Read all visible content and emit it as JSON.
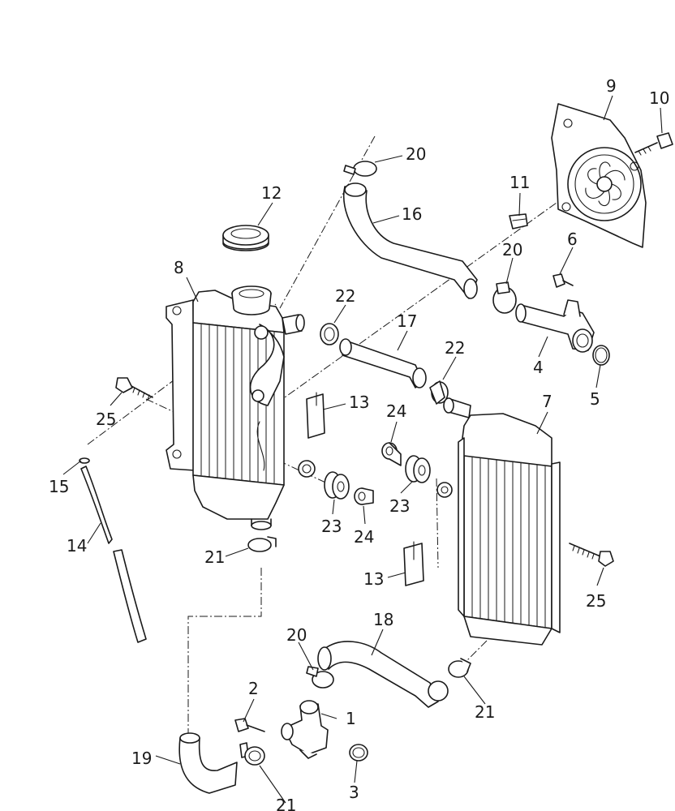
{
  "diagram": {
    "callouts": {
      "c1": "1",
      "c2": "2",
      "c3": "3",
      "c4": "4",
      "c5": "5",
      "c6": "6",
      "c7": "7",
      "c8": "8",
      "c9": "9",
      "c10": "10",
      "c11": "11",
      "c12": "12",
      "c13a": "13",
      "c13b": "13",
      "c14": "14",
      "c15": "15",
      "c16": "16",
      "c17": "17",
      "c18": "18",
      "c19": "19",
      "c20a": "20",
      "c20b": "20",
      "c20c": "20",
      "c21a": "21",
      "c21b": "21",
      "c21c": "21",
      "c22a": "22",
      "c22b": "22",
      "c23a": "23",
      "c23b": "23",
      "c24a": "24",
      "c24b": "24",
      "c25a": "25",
      "c25b": "25"
    }
  }
}
